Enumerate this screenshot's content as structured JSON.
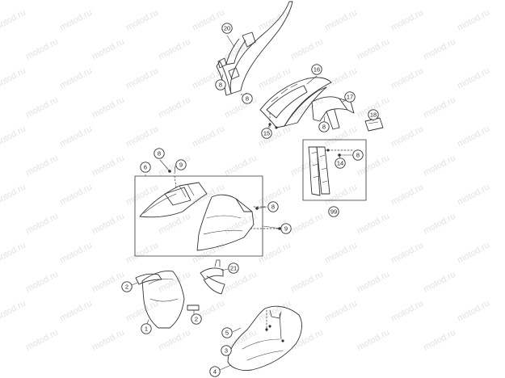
{
  "watermark": "motod.ru",
  "callouts": [
    {
      "id": "c20",
      "label": "20"
    },
    {
      "id": "c8a",
      "label": "8"
    },
    {
      "id": "c8b",
      "label": "8"
    },
    {
      "id": "c16",
      "label": "16"
    },
    {
      "id": "c17",
      "label": "17"
    },
    {
      "id": "c18",
      "label": "18"
    },
    {
      "id": "c8c",
      "label": "8"
    },
    {
      "id": "c15",
      "label": "15"
    },
    {
      "id": "c8d",
      "label": "8"
    },
    {
      "id": "c14",
      "label": "14"
    },
    {
      "id": "c99",
      "label": "99"
    },
    {
      "id": "c6",
      "label": "6"
    },
    {
      "id": "c8e",
      "label": "8"
    },
    {
      "id": "c9a",
      "label": "9"
    },
    {
      "id": "c8f",
      "label": "8"
    },
    {
      "id": "c9b",
      "label": "9"
    },
    {
      "id": "c21",
      "label": "21"
    },
    {
      "id": "c2a",
      "label": "2"
    },
    {
      "id": "c2b",
      "label": "2"
    },
    {
      "id": "c1",
      "label": "1"
    },
    {
      "id": "c5",
      "label": "5"
    },
    {
      "id": "c3",
      "label": "3"
    },
    {
      "id": "c4",
      "label": "4"
    }
  ]
}
